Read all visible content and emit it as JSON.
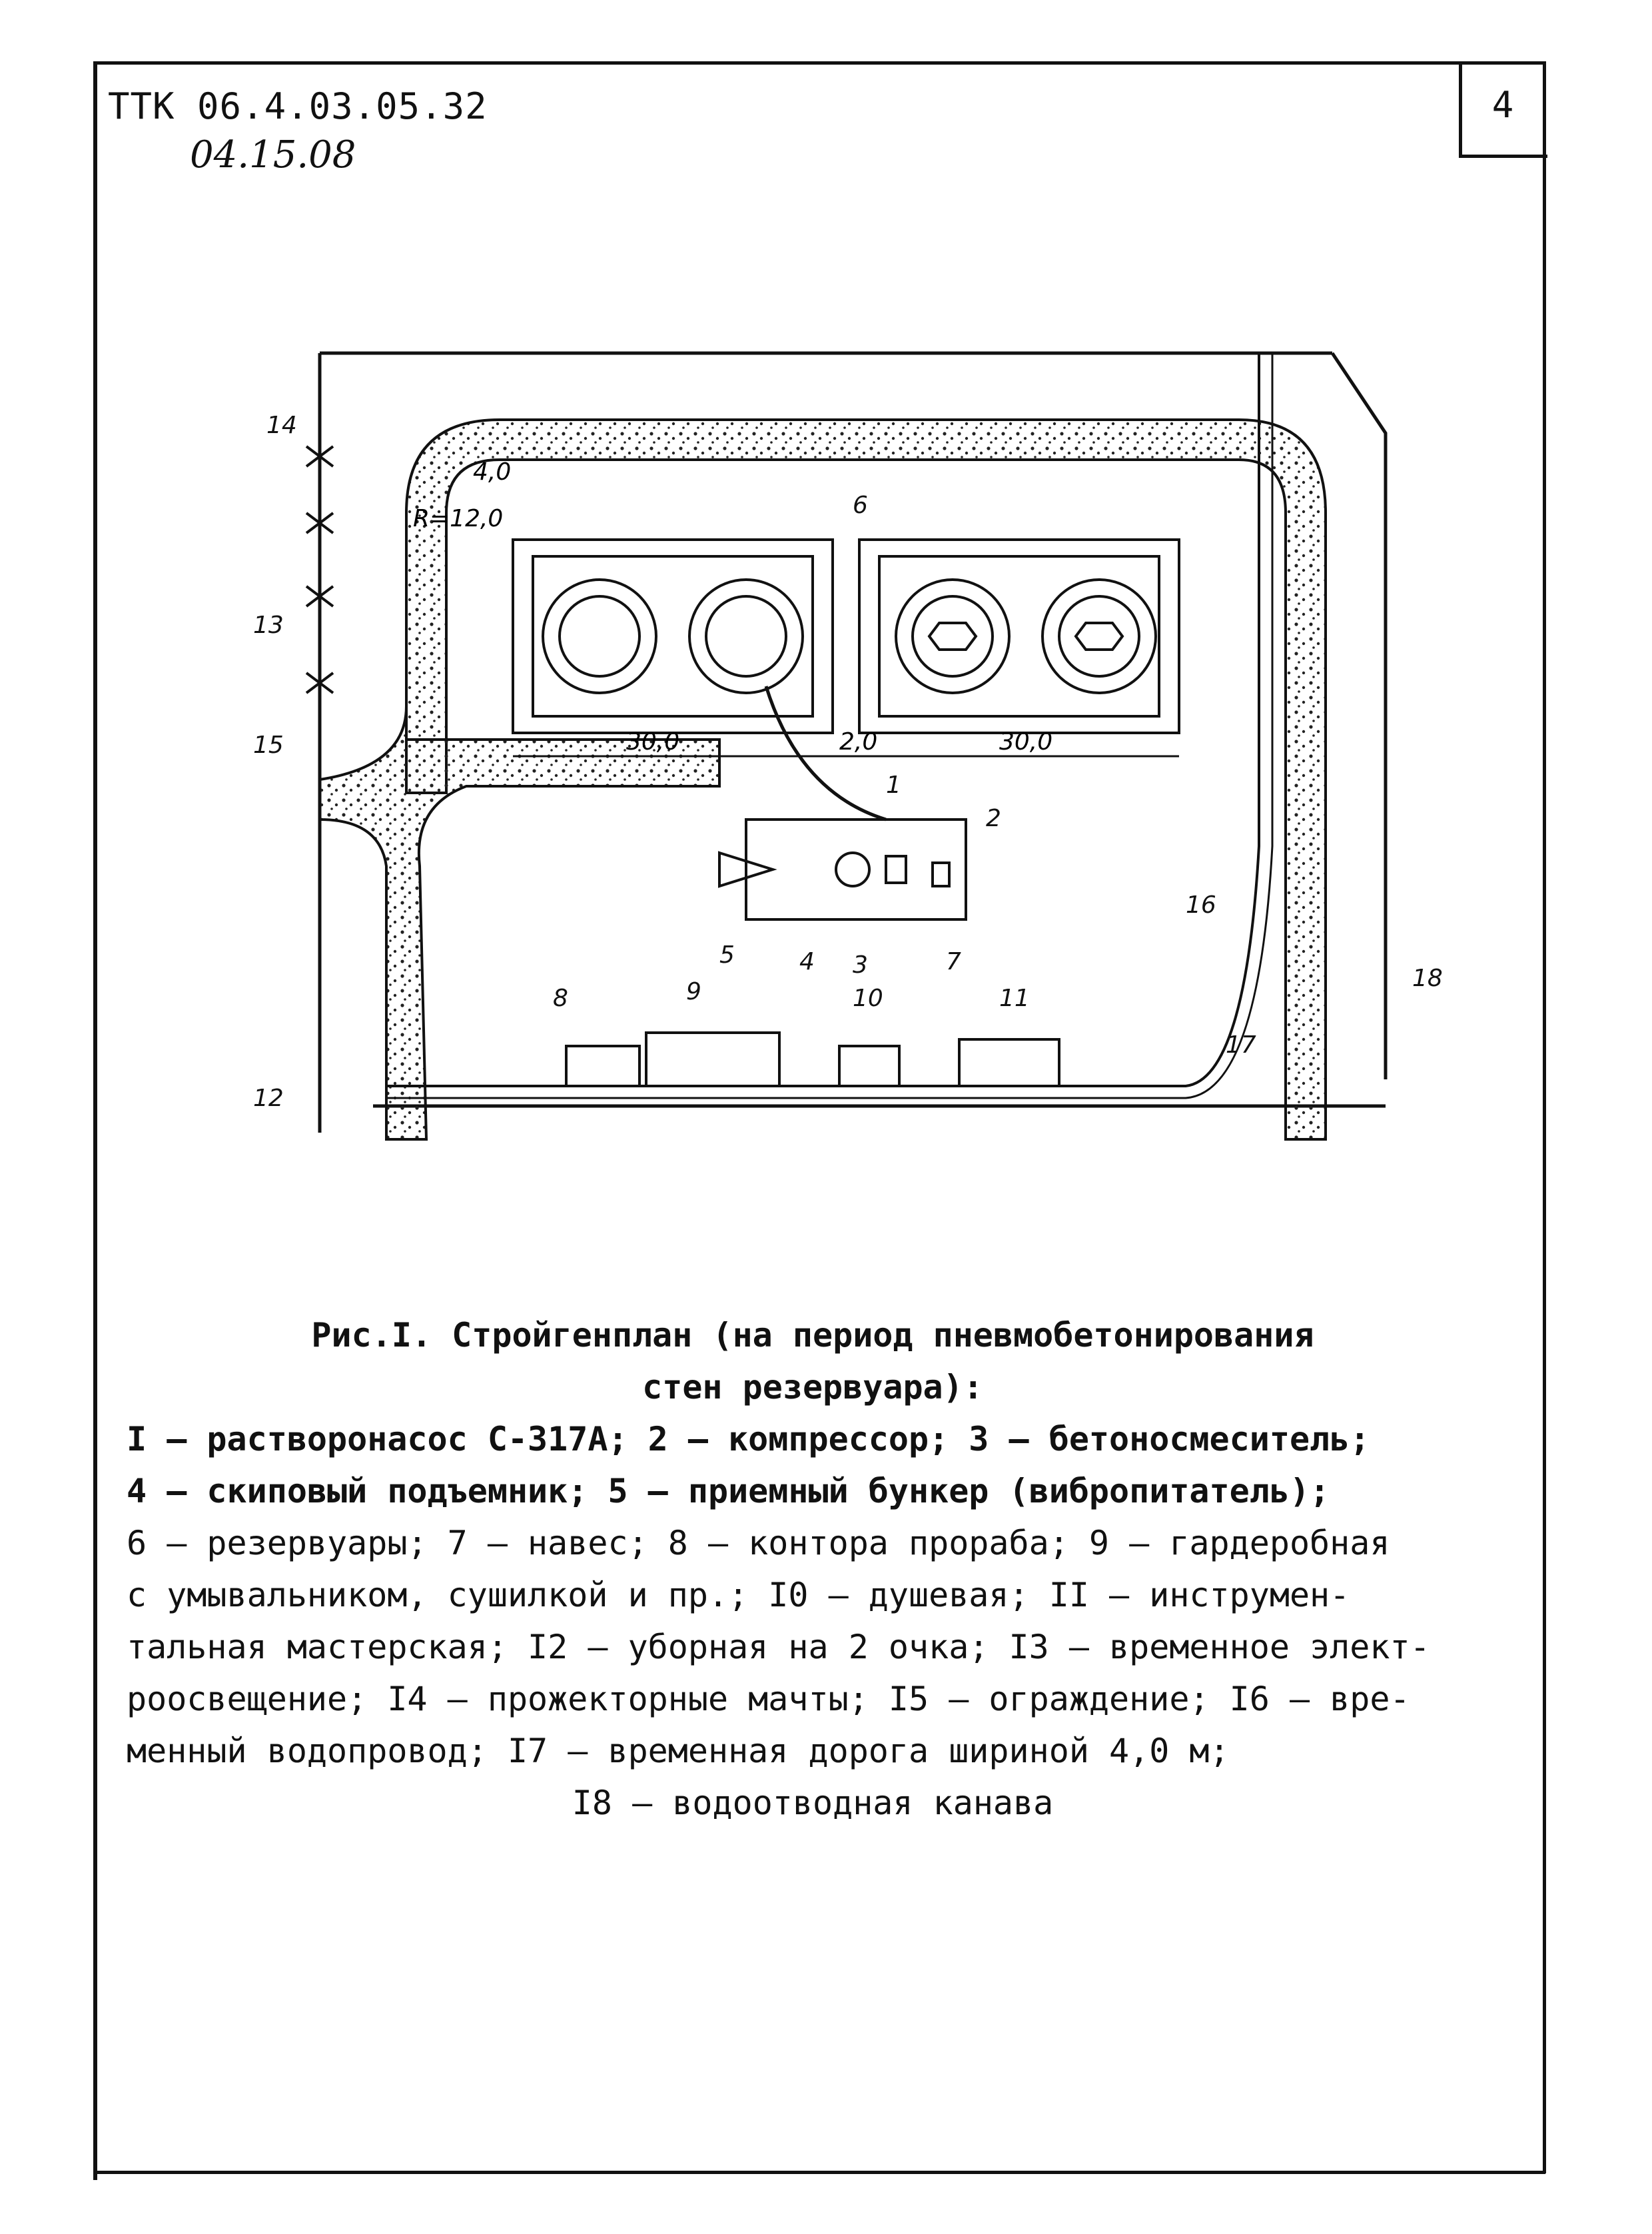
{
  "header": {
    "doc_code": "ТТК 06.4.03.05.32",
    "doc_date": "04.15.08",
    "page_number": "4"
  },
  "plan": {
    "dimensions": {
      "d_40": "4,0",
      "radius": "R=12,0",
      "w_left": "30,0",
      "gap": "2,0",
      "w_right": "30,0"
    },
    "callouts": [
      "1",
      "2",
      "3",
      "4",
      "5",
      "6",
      "7",
      "8",
      "9",
      "10",
      "11",
      "12",
      "13",
      "14",
      "15",
      "16",
      "17",
      "18"
    ]
  },
  "caption": {
    "title_line1": "Рис.I. Стройгенплан (на период пневмобетонирования",
    "title_line2": "стен резервуара):",
    "lines": [
      "I – растворонасос С-317А; 2 – компрессор; 3 – бетоносмеситель;",
      "4 – скиповый подъемник; 5 – приемный бункер (вибропитатель);",
      "6 – резервуары; 7 – навес; 8 – контора прораба; 9 – гардеробная",
      "с умывальником, сушилкой и пр.;  I0 – душевая; II – инструмен-",
      "тальная мастерская; I2 – уборная на 2 очка; I3 – временное элект-",
      "роосвещение; I4 – прожекторные мачты; I5 – ограждение; I6 – вре-",
      "менный водопровод; I7 – временная дорога шириной 4,0 м;"
    ],
    "last_line": "I8 – водоотводная канава"
  }
}
